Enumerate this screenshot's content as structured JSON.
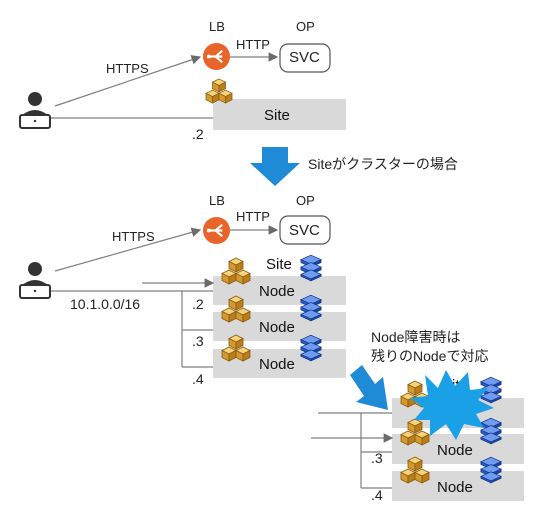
{
  "top": {
    "lb_label": "LB",
    "op_label": "OP",
    "https_label": "HTTPS",
    "http_label": "HTTP",
    "svc_label": "SVC",
    "site_label": "Site",
    "ip_suffix": ".2"
  },
  "transition": {
    "caption": "Siteがクラスターの場合"
  },
  "middle": {
    "lb_label": "LB",
    "op_label": "OP",
    "https_label": "HTTPS",
    "http_label": "HTTP",
    "svc_label": "SVC",
    "site_label": "Site",
    "subnet_label": "10.1.0.0/16",
    "nodes": [
      {
        "label": "Node",
        "ip": ".2"
      },
      {
        "label": "Node",
        "ip": ".3"
      },
      {
        "label": "Node",
        "ip": ".4"
      }
    ]
  },
  "failure": {
    "caption_line1": "Node障害時は",
    "caption_line2": "残りのNodeで対応",
    "site_label_partial": "Site",
    "nodes": [
      {
        "label": "Node",
        "ip": ".3"
      },
      {
        "label": "Node",
        "ip": ".4"
      }
    ]
  },
  "colors": {
    "lb": "#e8642a",
    "blue_arrow": "#1f8ad6",
    "burst": "#1aa0e6",
    "site_box": "#d9d9d9",
    "line": "#7f7f7f",
    "server_blue": "#2c5cc5",
    "server_gold": "#e0a93c"
  }
}
